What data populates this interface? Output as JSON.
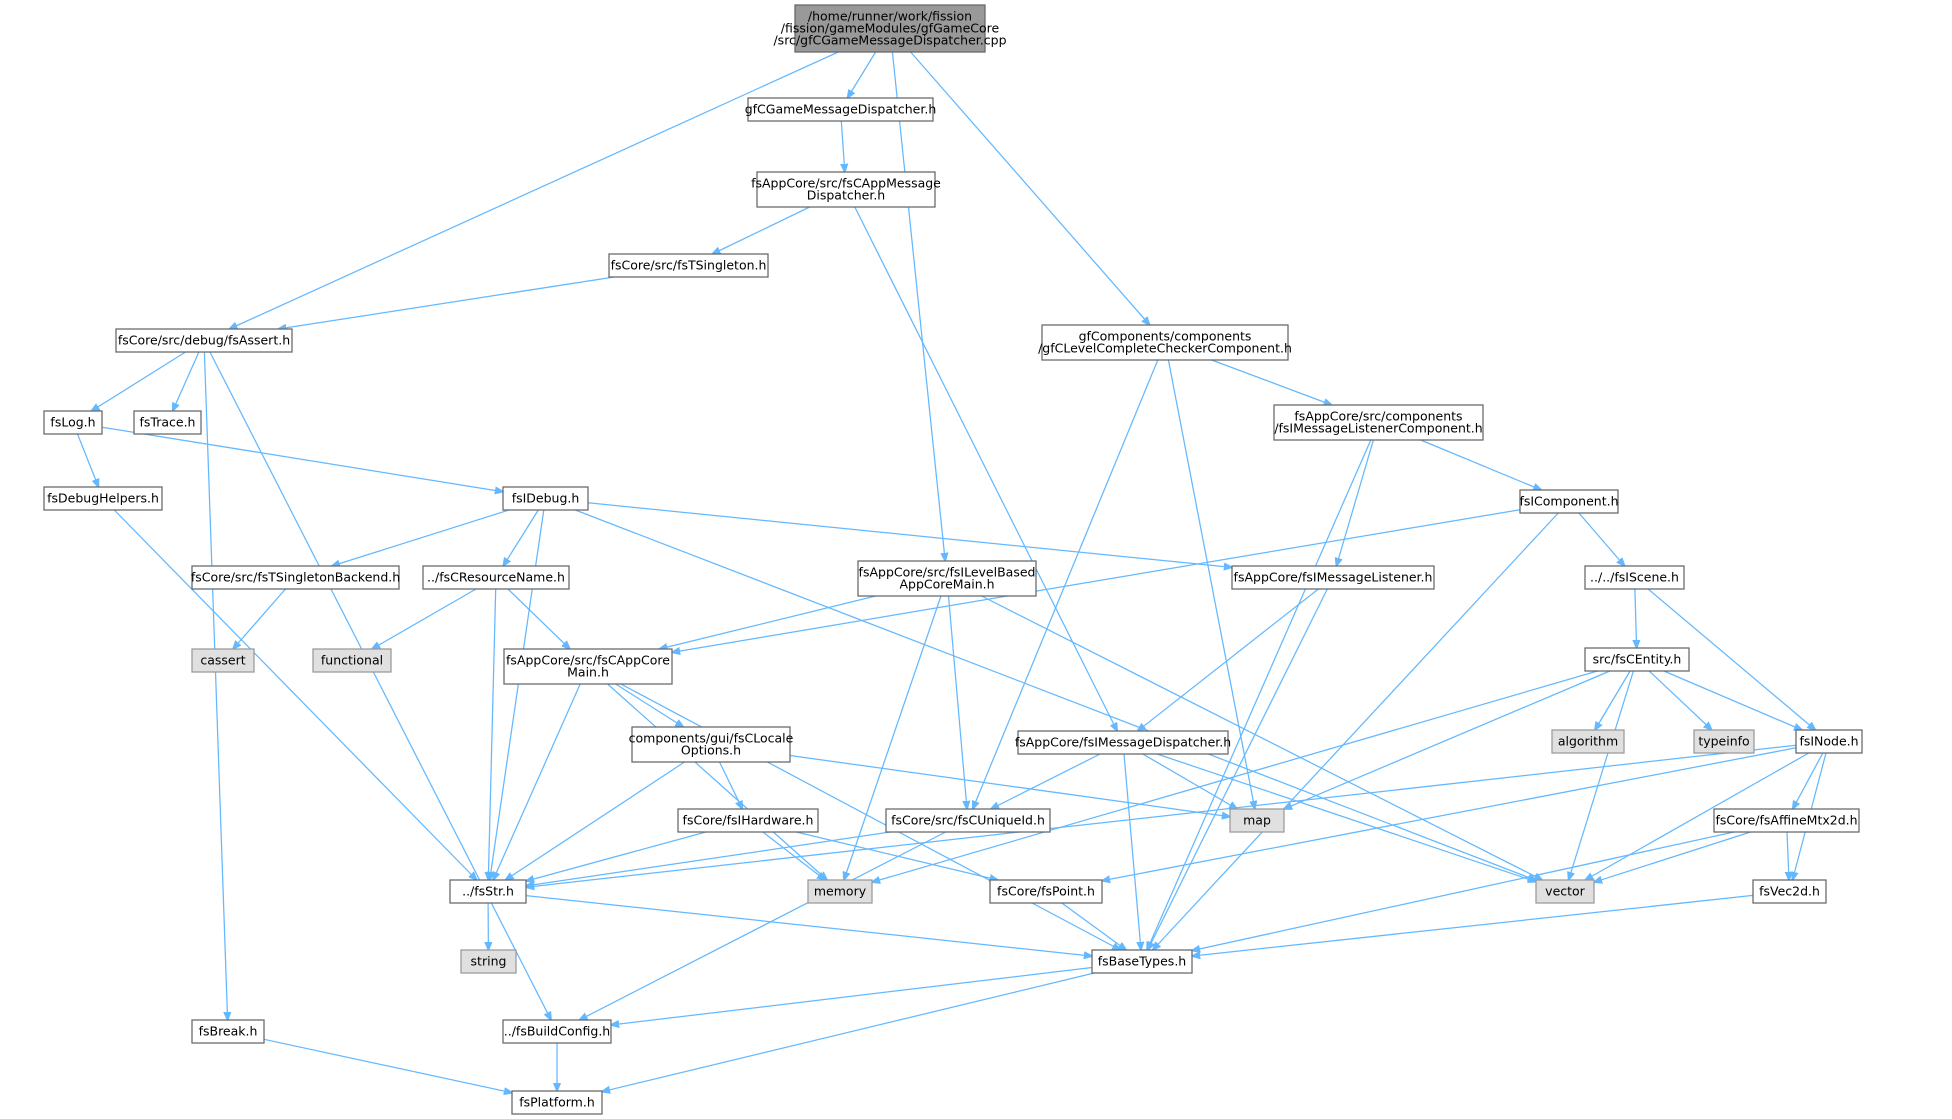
{
  "colors": {
    "root_fill": "#999999",
    "node_fill": "#ffffff",
    "system_fill": "#e0e0e0",
    "border": "#666666",
    "edge": "#63b8ff"
  },
  "nodes": {
    "root": {
      "lines": [
        "/home/runner/work/fission",
        "/fission/gameModules/gfGameCore",
        "/src/gfCGameMessageDispatcher.cpp"
      ],
      "kind": "root"
    },
    "gfCGameMessageDispatcher_h": {
      "lines": [
        "gfCGameMessageDispatcher.h"
      ],
      "kind": "normal"
    },
    "fsCAppMessageDispatcher_h": {
      "lines": [
        "fsAppCore/src/fsCAppMessage",
        "Dispatcher.h"
      ],
      "kind": "normal"
    },
    "fsTSingleton_h": {
      "lines": [
        "fsCore/src/fsTSingleton.h"
      ],
      "kind": "normal"
    },
    "fsAssert_h": {
      "lines": [
        "fsCore/src/debug/fsAssert.h"
      ],
      "kind": "normal"
    },
    "fsLog_h": {
      "lines": [
        "fsLog.h"
      ],
      "kind": "normal"
    },
    "fsTrace_h": {
      "lines": [
        "fsTrace.h"
      ],
      "kind": "normal"
    },
    "fsDebugHelpers_h": {
      "lines": [
        "fsDebugHelpers.h"
      ],
      "kind": "normal"
    },
    "fsIDebug_h": {
      "lines": [
        "fsIDebug.h"
      ],
      "kind": "normal"
    },
    "fsTSingletonBackend_h": {
      "lines": [
        "fsCore/src/fsTSingletonBackend.h"
      ],
      "kind": "normal"
    },
    "cassert": {
      "lines": [
        "cassert"
      ],
      "kind": "system"
    },
    "fsCResourceName_h": {
      "lines": [
        "../fsCResourceName.h"
      ],
      "kind": "normal"
    },
    "functional": {
      "lines": [
        "functional"
      ],
      "kind": "system"
    },
    "fsCAppCoreMain_h": {
      "lines": [
        "fsAppCore/src/fsCAppCore",
        "Main.h"
      ],
      "kind": "normal"
    },
    "fsCLocaleOptions_h": {
      "lines": [
        "components/gui/fsCLocale",
        "Options.h"
      ],
      "kind": "normal"
    },
    "fsIHardware_h": {
      "lines": [
        "fsCore/fsIHardware.h"
      ],
      "kind": "normal"
    },
    "fsStr_h": {
      "lines": [
        "../fsStr.h"
      ],
      "kind": "normal"
    },
    "string": {
      "lines": [
        "string"
      ],
      "kind": "system"
    },
    "memory": {
      "lines": [
        "memory"
      ],
      "kind": "system"
    },
    "fsILevelBasedAppCoreMain_h": {
      "lines": [
        "fsAppCore/src/fsILevelBased",
        "AppCoreMain.h"
      ],
      "kind": "normal"
    },
    "fsCUniqueId_h": {
      "lines": [
        "fsCore/src/fsCUniqueId.h"
      ],
      "kind": "normal"
    },
    "fsIMessageDispatcher_h": {
      "lines": [
        "fsAppCore/fsIMessageDispatcher.h"
      ],
      "kind": "normal"
    },
    "fsIMessageListener_h": {
      "lines": [
        "fsAppCore/fsIMessageListener.h"
      ],
      "kind": "normal"
    },
    "gfCLevelCompleteCheckerComponent_h": {
      "lines": [
        "gfComponents/components",
        "/gfCLevelCompleteCheckerComponent.h"
      ],
      "kind": "normal"
    },
    "fsIMessageListenerComponent_h": {
      "lines": [
        "fsAppCore/src/components",
        "/fsIMessageListenerComponent.h"
      ],
      "kind": "normal"
    },
    "fsIComponent_h": {
      "lines": [
        "fsIComponent.h"
      ],
      "kind": "normal"
    },
    "fsIScene_h": {
      "lines": [
        "../../fsIScene.h"
      ],
      "kind": "normal"
    },
    "fsCEntity_h": {
      "lines": [
        "src/fsCEntity.h"
      ],
      "kind": "normal"
    },
    "algorithm": {
      "lines": [
        "algorithm"
      ],
      "kind": "system"
    },
    "typeinfo": {
      "lines": [
        "typeinfo"
      ],
      "kind": "system"
    },
    "fsINode_h": {
      "lines": [
        "fsINode.h"
      ],
      "kind": "normal"
    },
    "fsAffineMtx2d_h": {
      "lines": [
        "fsCore/fsAffineMtx2d.h"
      ],
      "kind": "normal"
    },
    "fsVec2d_h": {
      "lines": [
        "fsVec2d.h"
      ],
      "kind": "normal"
    },
    "map": {
      "lines": [
        "map"
      ],
      "kind": "system"
    },
    "vector": {
      "lines": [
        "vector"
      ],
      "kind": "system"
    },
    "fsPoint_h": {
      "lines": [
        "fsCore/fsPoint.h"
      ],
      "kind": "normal"
    },
    "fsBaseTypes_h": {
      "lines": [
        "fsBaseTypes.h"
      ],
      "kind": "normal"
    },
    "fsBuildConfig_h": {
      "lines": [
        "../fsBuildConfig.h"
      ],
      "kind": "normal"
    },
    "fsBreak_h": {
      "lines": [
        "fsBreak.h"
      ],
      "kind": "normal"
    },
    "fsPlatform_h": {
      "lines": [
        "fsPlatform.h"
      ],
      "kind": "normal"
    }
  },
  "edges": [
    [
      "root",
      "fsAssert_h"
    ],
    [
      "root",
      "gfCGameMessageDispatcher_h"
    ],
    [
      "root",
      "fsILevelBasedAppCoreMain_h"
    ],
    [
      "root",
      "gfCLevelCompleteCheckerComponent_h"
    ],
    [
      "gfCGameMessageDispatcher_h",
      "fsCAppMessageDispatcher_h"
    ],
    [
      "fsCAppMessageDispatcher_h",
      "fsTSingleton_h"
    ],
    [
      "fsCAppMessageDispatcher_h",
      "fsIMessageDispatcher_h"
    ],
    [
      "fsTSingleton_h",
      "fsAssert_h"
    ],
    [
      "fsAssert_h",
      "fsLog_h"
    ],
    [
      "fsAssert_h",
      "fsTrace_h"
    ],
    [
      "fsAssert_h",
      "fsBreak_h"
    ],
    [
      "fsAssert_h",
      "fsBuildConfig_h"
    ],
    [
      "fsLog_h",
      "fsDebugHelpers_h"
    ],
    [
      "fsLog_h",
      "fsIDebug_h"
    ],
    [
      "fsDebugHelpers_h",
      "fsStr_h"
    ],
    [
      "fsIDebug_h",
      "fsTSingletonBackend_h"
    ],
    [
      "fsIDebug_h",
      "fsCResourceName_h"
    ],
    [
      "fsIDebug_h",
      "fsStr_h"
    ],
    [
      "fsIDebug_h",
      "vector"
    ],
    [
      "fsIDebug_h",
      "fsIMessageListener_h"
    ],
    [
      "fsTSingletonBackend_h",
      "cassert"
    ],
    [
      "fsCResourceName_h",
      "functional"
    ],
    [
      "fsCResourceName_h",
      "fsCAppCoreMain_h"
    ],
    [
      "fsCResourceName_h",
      "fsStr_h"
    ],
    [
      "fsCAppCoreMain_h",
      "fsCLocaleOptions_h"
    ],
    [
      "fsCAppCoreMain_h",
      "fsStr_h"
    ],
    [
      "fsCAppCoreMain_h",
      "memory"
    ],
    [
      "fsCAppCoreMain_h",
      "fsBaseTypes_h"
    ],
    [
      "fsCLocaleOptions_h",
      "fsIHardware_h"
    ],
    [
      "fsCLocaleOptions_h",
      "fsStr_h"
    ],
    [
      "fsCLocaleOptions_h",
      "map"
    ],
    [
      "fsIHardware_h",
      "fsStr_h"
    ],
    [
      "fsIHardware_h",
      "memory"
    ],
    [
      "fsIHardware_h",
      "fsPoint_h"
    ],
    [
      "fsStr_h",
      "string"
    ],
    [
      "fsStr_h",
      "fsBaseTypes_h"
    ],
    [
      "fsILevelBasedAppCoreMain_h",
      "fsCAppCoreMain_h"
    ],
    [
      "fsILevelBasedAppCoreMain_h",
      "fsCUniqueId_h"
    ],
    [
      "fsILevelBasedAppCoreMain_h",
      "memory"
    ],
    [
      "fsILevelBasedAppCoreMain_h",
      "vector"
    ],
    [
      "fsCUniqueId_h",
      "fsStr_h"
    ],
    [
      "fsCUniqueId_h",
      "fsBuildConfig_h"
    ],
    [
      "fsIMessageDispatcher_h",
      "fsCUniqueId_h"
    ],
    [
      "fsIMessageDispatcher_h",
      "map"
    ],
    [
      "fsIMessageDispatcher_h",
      "vector"
    ],
    [
      "fsIMessageDispatcher_h",
      "fsBaseTypes_h"
    ],
    [
      "fsIMessageListener_h",
      "fsIMessageDispatcher_h"
    ],
    [
      "fsIMessageListener_h",
      "fsBaseTypes_h"
    ],
    [
      "gfCLevelCompleteCheckerComponent_h",
      "fsIMessageListenerComponent_h"
    ],
    [
      "gfCLevelCompleteCheckerComponent_h",
      "fsCUniqueId_h"
    ],
    [
      "gfCLevelCompleteCheckerComponent_h",
      "map"
    ],
    [
      "fsIMessageListenerComponent_h",
      "fsIMessageListener_h"
    ],
    [
      "fsIMessageListenerComponent_h",
      "fsIComponent_h"
    ],
    [
      "fsIMessageListenerComponent_h",
      "fsBaseTypes_h"
    ],
    [
      "fsIComponent_h",
      "fsCAppCoreMain_h"
    ],
    [
      "fsIComponent_h",
      "fsIScene_h"
    ],
    [
      "fsIComponent_h",
      "fsBaseTypes_h"
    ],
    [
      "fsIScene_h",
      "fsCEntity_h"
    ],
    [
      "fsIScene_h",
      "fsINode_h"
    ],
    [
      "fsCEntity_h",
      "algorithm"
    ],
    [
      "fsCEntity_h",
      "typeinfo"
    ],
    [
      "fsCEntity_h",
      "fsINode_h"
    ],
    [
      "fsCEntity_h",
      "map"
    ],
    [
      "fsCEntity_h",
      "memory"
    ],
    [
      "fsCEntity_h",
      "vector"
    ],
    [
      "fsINode_h",
      "fsStr_h"
    ],
    [
      "fsINode_h",
      "fsAffineMtx2d_h"
    ],
    [
      "fsINode_h",
      "fsVec2d_h"
    ],
    [
      "fsINode_h",
      "vector"
    ],
    [
      "fsINode_h",
      "fsPoint_h"
    ],
    [
      "fsAffineMtx2d_h",
      "fsVec2d_h"
    ],
    [
      "fsAffineMtx2d_h",
      "vector"
    ],
    [
      "fsAffineMtx2d_h",
      "fsBaseTypes_h"
    ],
    [
      "fsVec2d_h",
      "fsBaseTypes_h"
    ],
    [
      "fsPoint_h",
      "fsBaseTypes_h"
    ],
    [
      "fsBaseTypes_h",
      "fsBuildConfig_h"
    ],
    [
      "fsBaseTypes_h",
      "fsPlatform_h"
    ],
    [
      "fsBuildConfig_h",
      "fsPlatform_h"
    ],
    [
      "fsBreak_h",
      "fsPlatform_h"
    ]
  ]
}
